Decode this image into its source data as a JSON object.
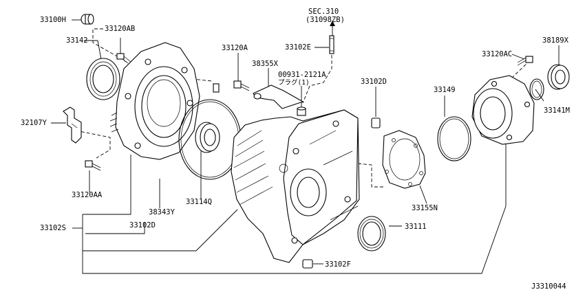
{
  "diagram": {
    "reference_code": "J3310044",
    "section_ref": {
      "line1": "SEC.310",
      "line2": "(31098ZB)"
    },
    "plug_note": {
      "part_no": "00931-2121A",
      "desc": "プラグ(1)"
    },
    "parts": [
      {
        "id": "p33100H",
        "label": "33100H"
      },
      {
        "id": "p33120AB",
        "label": "33120AB"
      },
      {
        "id": "p33142",
        "label": "33142"
      },
      {
        "id": "p32107Y",
        "label": "32107Y"
      },
      {
        "id": "p33120AA",
        "label": "33120AA"
      },
      {
        "id": "p33120A",
        "label": "33120A"
      },
      {
        "id": "p38355X",
        "label": "38355X"
      },
      {
        "id": "p33102E",
        "label": "33102E"
      },
      {
        "id": "p33102D_top",
        "label": "33102D"
      },
      {
        "id": "p33149",
        "label": "33149"
      },
      {
        "id": "p33120AC",
        "label": "33120AC"
      },
      {
        "id": "p38189X",
        "label": "38189X"
      },
      {
        "id": "p33141M",
        "label": "33141M"
      },
      {
        "id": "p33114Q",
        "label": "33114Q"
      },
      {
        "id": "p38343Y",
        "label": "38343Y"
      },
      {
        "id": "p33102D_bot",
        "label": "33102D"
      },
      {
        "id": "p33102S",
        "label": "33102S"
      },
      {
        "id": "p33155N",
        "label": "33155N"
      },
      {
        "id": "p33111",
        "label": "33111"
      },
      {
        "id": "p33102F",
        "label": "33102F"
      }
    ]
  }
}
